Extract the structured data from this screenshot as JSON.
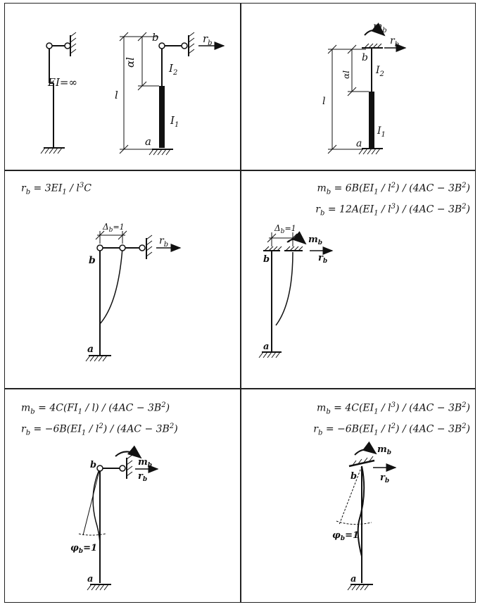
{
  "cells": [
    {
      "id": "c1",
      "labels": {
        "ei_inf": "EI=∞",
        "b": "b",
        "rb": "r",
        "rb_sub": "b",
        "al": "αl",
        "l": "l",
        "I2": "I",
        "I2_sub": "2",
        "I1": "I",
        "I1_sub": "1",
        "a": "a"
      }
    },
    {
      "id": "c2",
      "labels": {
        "mb": "m",
        "mb_sub": "b",
        "rb": "r",
        "rb_sub": "b",
        "b": "b",
        "al": "αl",
        "l": "l",
        "I2": "I",
        "I2_sub": "2",
        "I1": "I",
        "I1_sub": "1",
        "a": "a"
      }
    },
    {
      "id": "c3",
      "formulas": [
        "r_b = 3EI_1 / l^3C"
      ],
      "labels": {
        "delta": "Δ",
        "delta_sub": "b",
        "delta_eq": "=1",
        "rb": "r",
        "rb_sub": "b",
        "b": "b",
        "a": "a"
      }
    },
    {
      "id": "c4",
      "formulas": [
        "m_b = 6B(EI_1 / l^2) / (4AC − 3B^2)",
        "r_b = 12A(EI_1 / l^3) / (4AC − 3B^2)"
      ],
      "labels": {
        "delta": "Δ",
        "delta_sub": "b",
        "delta_eq": "=1",
        "mb": "m",
        "mb_sub": "b",
        "rb": "r",
        "rb_sub": "b",
        "b": "b",
        "a": "a"
      }
    },
    {
      "id": "c5",
      "formulas": [
        "m_b = 4C(FI_1 / l) / (4AC − 3B^2)",
        "r_b = −6B(EI_1 / l^2) / (4AC − 3B^2)"
      ],
      "labels": {
        "b": "b",
        "mb": "m",
        "mb_sub": "b",
        "rb": "r",
        "rb_sub": "b",
        "phi": "φ",
        "phi_sub": "b",
        "phi_eq": "=1",
        "a": "a"
      }
    },
    {
      "id": "c6",
      "formulas": [
        "m_b = 4C(EI_1 / l^3) / (4AC − 3B^2)",
        "r_b = −6B(EI_1 / l^2) / (4AC − 3B^2)"
      ],
      "labels": {
        "mb": "m",
        "mb_sub": "b",
        "b": "b",
        "rb": "r",
        "rb_sub": "b",
        "phi": "φ",
        "phi_sub": "b",
        "phi_eq": "=1",
        "a": "a"
      }
    }
  ]
}
